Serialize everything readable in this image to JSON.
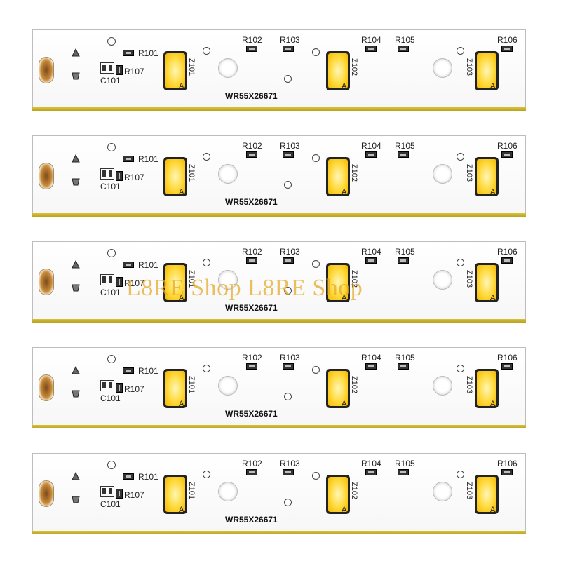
{
  "image": {
    "part_number": "WR55X26671",
    "watermark": "L8RE Shop L8RE Shop",
    "board_count": 5,
    "colors": {
      "board": "#ffffff",
      "edge": "#d9c23a",
      "led": "#ffd93b",
      "contact": "#c98a3a"
    },
    "labels": {
      "r101": "R101",
      "r102": "R102",
      "r103": "R103",
      "r104": "R104",
      "r105": "R105",
      "r106": "R106",
      "r107": "R107",
      "c101": "C101",
      "z101": "Z101",
      "z102": "Z102",
      "z103": "Z103",
      "anode": "A"
    }
  }
}
